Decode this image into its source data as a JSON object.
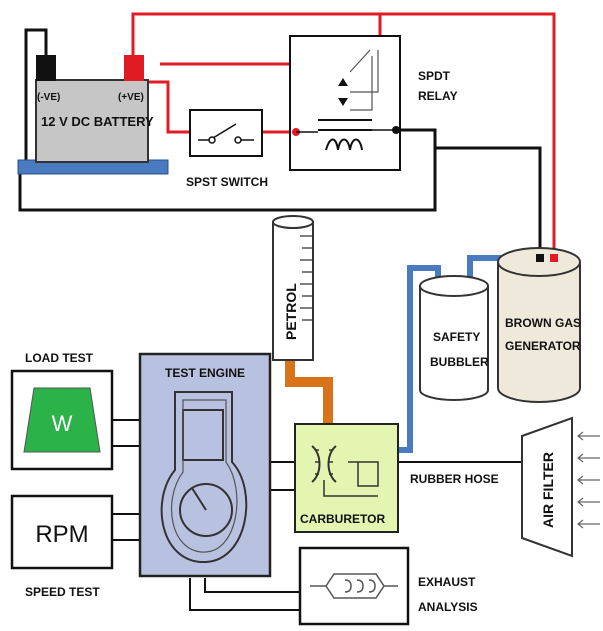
{
  "battery": {
    "name": "12 V DC BATTERY",
    "neg": "(-VE)",
    "pos": "(+VE)"
  },
  "switch": {
    "name": "SPST SWITCH"
  },
  "relay": {
    "line1": "SPDT",
    "line2": "RELAY"
  },
  "tank": {
    "name": "PETROL"
  },
  "safety_bubbler": {
    "line1": "SAFETY",
    "line2": "BUBBLER"
  },
  "generator": {
    "line1": "BROWN GAS",
    "line2": "GENERATOR"
  },
  "load_test": {
    "title": "LOAD TEST",
    "symbol": "W"
  },
  "engine": {
    "name": "TEST ENGINE"
  },
  "carburetor": {
    "name": "CARBURETOR"
  },
  "hose": {
    "name": "RUBBER HOSE"
  },
  "air_filter": {
    "name": "AIR FILTER"
  },
  "speed_test": {
    "symbol": "RPM",
    "title": "SPEED TEST"
  },
  "exhaust": {
    "line1": "EXHAUST",
    "line2": "ANALYSIS"
  },
  "colors": {
    "positive_wire": "#e01b24",
    "negative_wire": "#111111",
    "gas_pipe": "#4a7bc0",
    "fuel_pipe": "#d9731a",
    "engine_fill": "#b8c2e0",
    "carburetor_fill": "#e3f5b0",
    "load_indicator": "#2bb34a"
  }
}
